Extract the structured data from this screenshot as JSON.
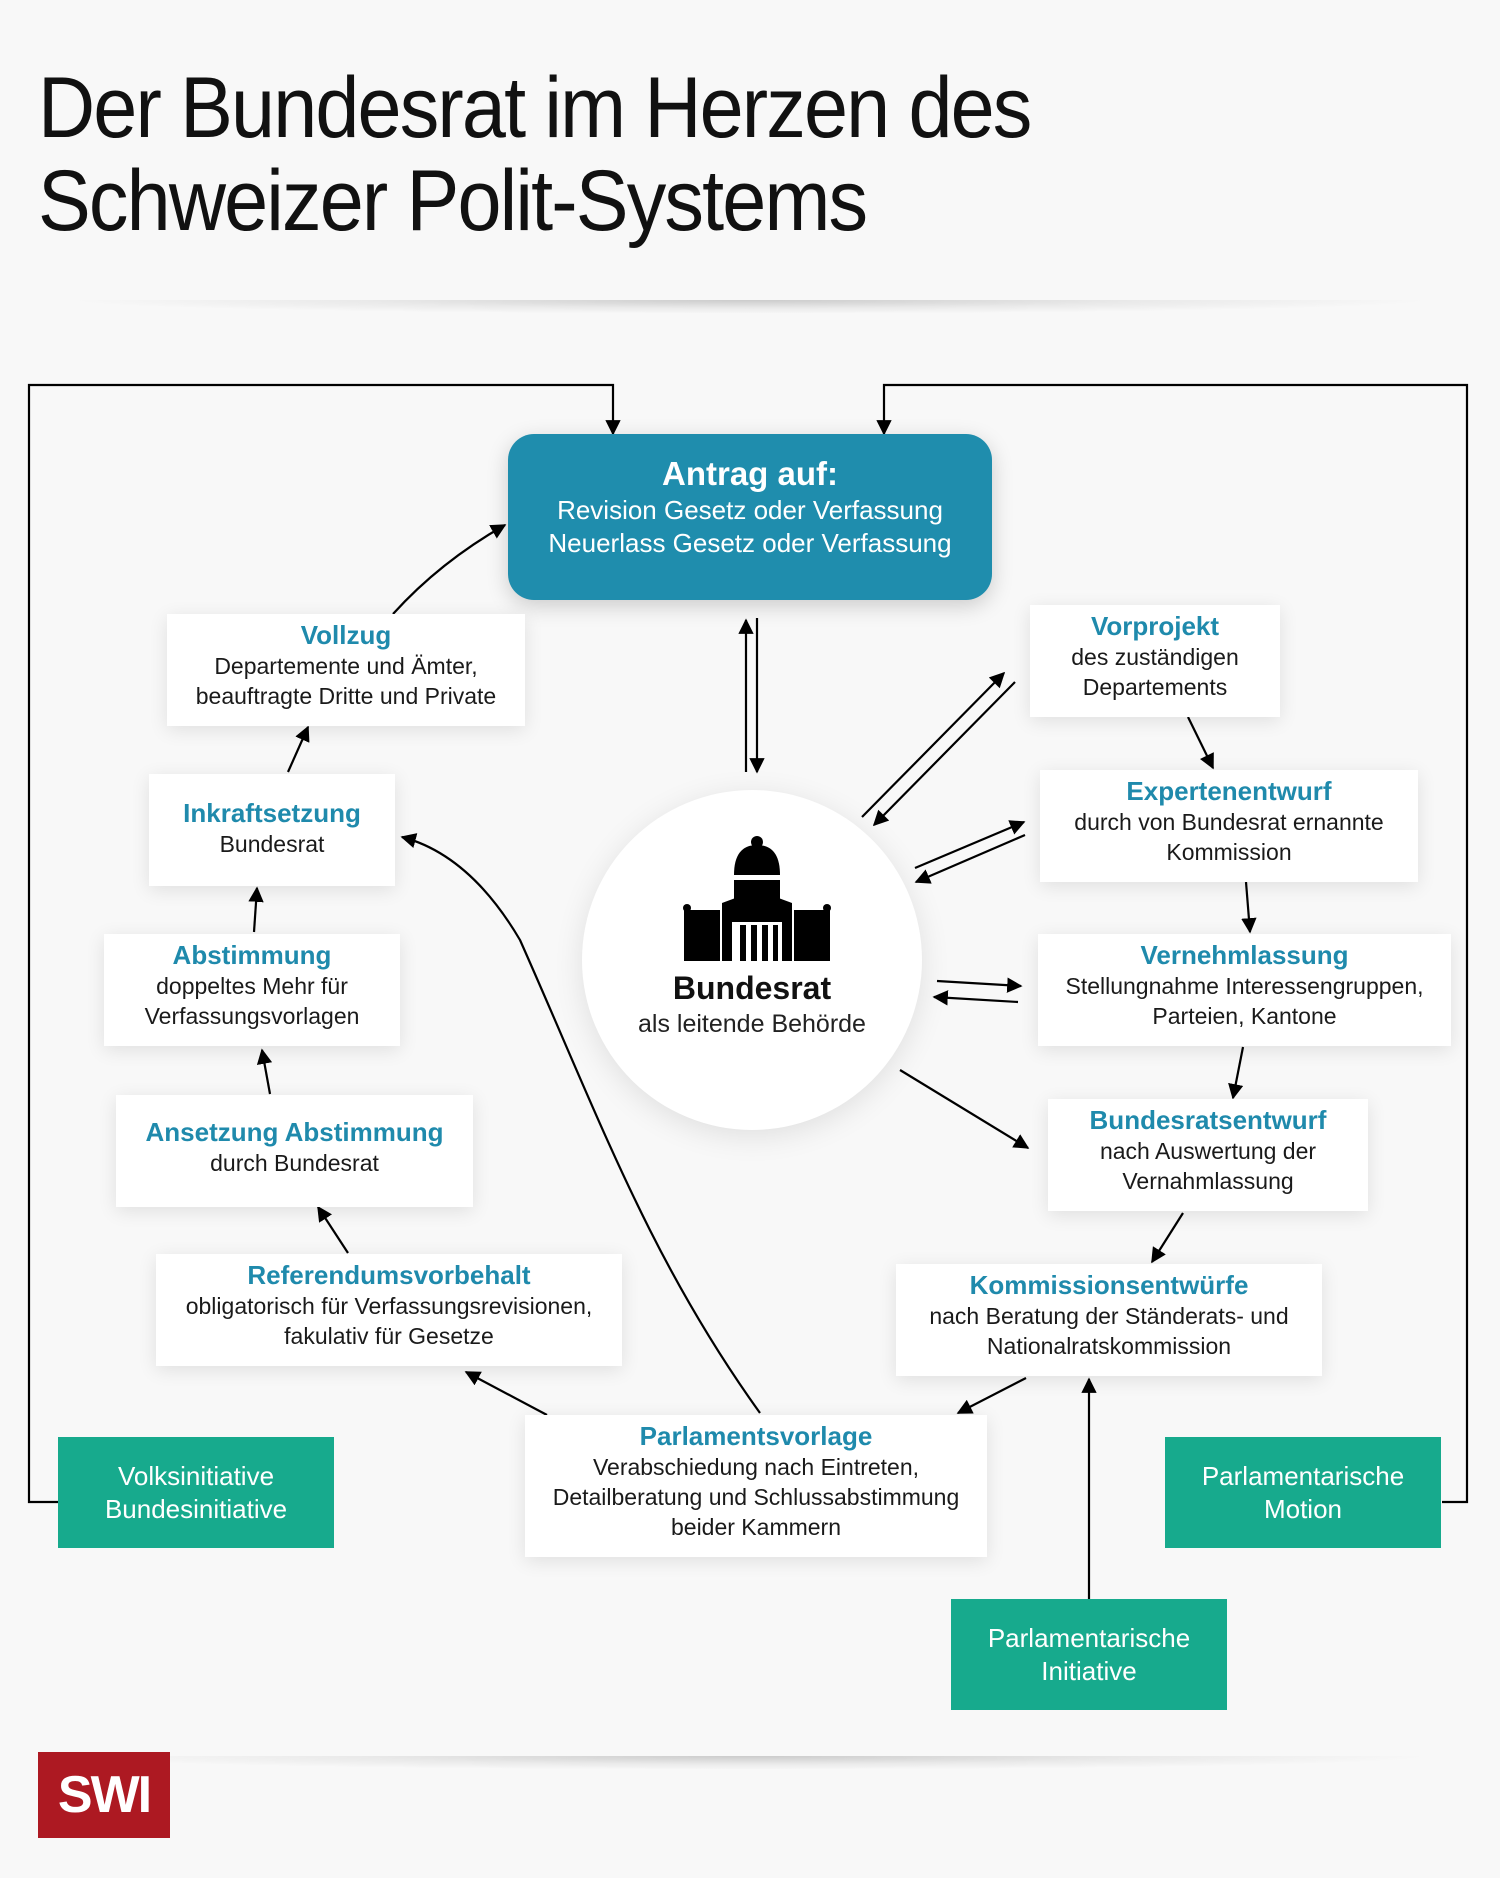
{
  "title": {
    "line1": "Der Bundesrat im Herzen des",
    "line2": "Schweizer Polit-Systems"
  },
  "colors": {
    "accent_blue": "#1f8dad",
    "heading_blue": "#1f8aac",
    "initiative_green": "#17aa8d",
    "logo_red": "#ad1922",
    "background": "#f8f8f8"
  },
  "antrag": {
    "heading": "Antrag auf:",
    "text": "Revision Gesetz oder Verfassung\nNeuerlass Gesetz oder Verfassung"
  },
  "center": {
    "icon": "parliament-building-icon",
    "heading": "Bundesrat",
    "text": "als leitende Behörde"
  },
  "steps": {
    "vollzug": {
      "heading": "Vollzug",
      "text": "Departemente und Ämter,\nbeauftragte Dritte und Private"
    },
    "inkraftsetzung": {
      "heading": "Inkraftsetzung",
      "text": "Bundesrat"
    },
    "abstimmung": {
      "heading": "Abstimmung",
      "text": "doppeltes Mehr für\nVerfassungsvorlagen"
    },
    "ansetzung": {
      "heading": "Ansetzung Abstimmung",
      "text": "durch Bundesrat"
    },
    "referendum": {
      "heading": "Referendumsvorbehalt",
      "text": "obligatorisch für Verfassungsrevisionen,\nfakulativ für Gesetze"
    },
    "parlamentsvorlage": {
      "heading": "Parlamentsvorlage",
      "text": "Verabschiedung nach Eintreten,\nDetailberatung und Schlussabstimmung\nbeider Kammern"
    },
    "vorprojekt": {
      "heading": "Vorprojekt",
      "text": "des zuständigen\nDepartements"
    },
    "expertenentwurf": {
      "heading": "Expertenentwurf",
      "text": "durch von Bundesrat ernannte\nKommission"
    },
    "vernehmlassung": {
      "heading": "Vernehmlassung",
      "text": "Stellungnahme Interessengruppen,\nParteien, Kantone"
    },
    "bundesratsentwurf": {
      "heading": "Bundesratsentwurf",
      "text": "nach Auswertung der\nVernahmlassung"
    },
    "kommissionsentwuerfe": {
      "heading": "Kommissionsentwürfe",
      "text": "nach Beratung der Ständerats- und\nNationalratskommission"
    }
  },
  "initiatives": {
    "volks": "Volksinitiative\nBundesinitiative",
    "motion": "Parlamentarische\nMotion",
    "parl_initiative": "Parlamentarische\nInitiative"
  },
  "logo": {
    "text": "SWI"
  }
}
